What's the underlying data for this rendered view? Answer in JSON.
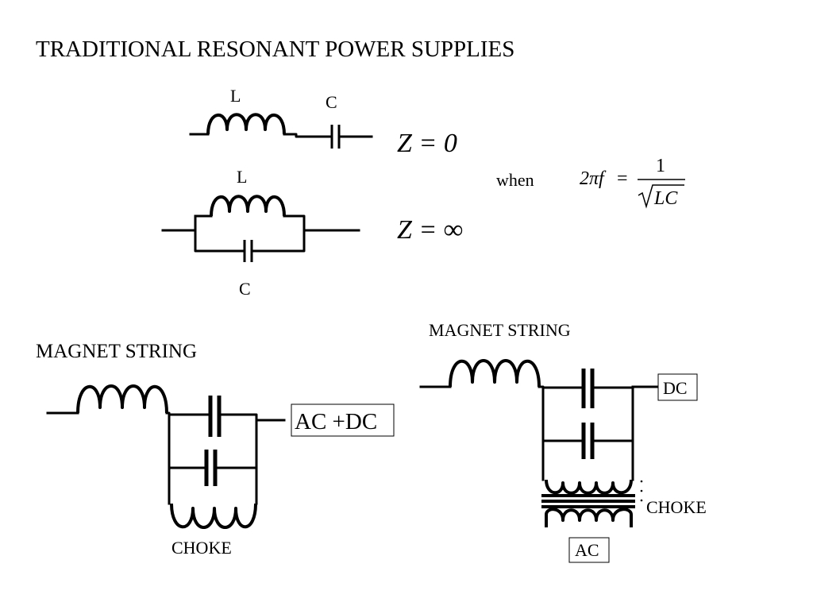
{
  "title": "TRADITIONAL RESONANT POWER SUPPLIES",
  "series_circuit": {
    "inductor_label": "L",
    "capacitor_label": "C",
    "impedance": "Z = 0"
  },
  "parallel_circuit": {
    "inductor_label": "L",
    "capacitor_label": "C",
    "impedance": "Z = ∞"
  },
  "resonance_condition": {
    "when_label": "when",
    "lhs": "2πf",
    "equals": "=",
    "numerator": "1",
    "denominator": "LC"
  },
  "left_circuit": {
    "magnet_string_label": "MAGNET STRING",
    "output_label": "AC +DC",
    "choke_label": "CHOKE"
  },
  "right_circuit": {
    "magnet_string_label": "MAGNET STRING",
    "dc_label": "DC",
    "choke_label": "CHOKE",
    "ac_label": "AC"
  }
}
